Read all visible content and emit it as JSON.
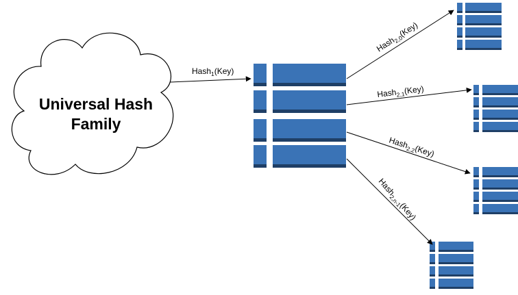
{
  "cloud": {
    "line1": "Universal Hash",
    "line2": "Family"
  },
  "edges": {
    "hash1": {
      "base": "Hash",
      "sub": "1",
      "suffix": "(Key)"
    },
    "hash20": {
      "base": "Hash",
      "sub": "2,0",
      "suffix": "(Key)"
    },
    "hash21": {
      "base": "Hash",
      "sub": "2,1",
      "suffix": "(Key)"
    },
    "hash22": {
      "base": "Hash",
      "sub": "2,2",
      "suffix": "(Key)"
    },
    "hash2n": {
      "base": "Hash",
      "sub": "2,n-1",
      "suffix": "(Key)"
    }
  },
  "colors": {
    "table_blue": "#3a73b6",
    "table_dark": "#1f3f66",
    "line": "#000000"
  }
}
